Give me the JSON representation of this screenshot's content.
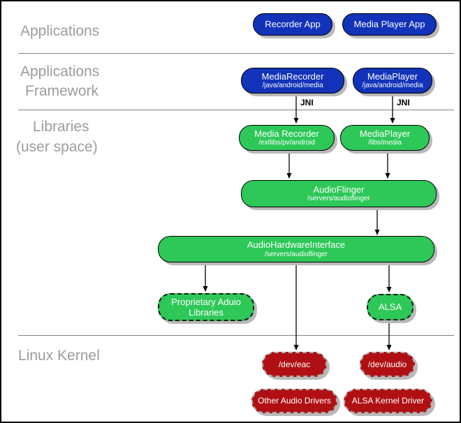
{
  "sections": {
    "applications": {
      "label": "Applications"
    },
    "framework": {
      "line1": "Applications",
      "line2": "Framework"
    },
    "libraries": {
      "line1": "Libraries",
      "line2": "(user space)"
    },
    "kernel": {
      "label": "Linux Kernel"
    }
  },
  "labels": {
    "jni_left": "JNI",
    "jni_right": "JNI"
  },
  "nodes": {
    "recorder_app": {
      "title": "Recorder App"
    },
    "media_player_app": {
      "title": "Media Player App"
    },
    "media_recorder_fw": {
      "title": "MediaRecorder",
      "subtitle": "/java/android/media"
    },
    "media_player_fw": {
      "title": "MediaPlayer",
      "subtitle": "/java/android/media"
    },
    "media_recorder_lib": {
      "title": "Media Recorder",
      "subtitle": "/extlibs/pv/android"
    },
    "media_player_lib": {
      "title": "MediaPlayer",
      "subtitle": "/libs/media"
    },
    "audioflinger": {
      "title": "AudioFlinger",
      "subtitle": "/servers/audioflinger"
    },
    "audio_hardware_interface": {
      "title": "AudioHardwareInterface",
      "subtitle": "/servers/audioflinger"
    },
    "proprietary_audio_libraries": {
      "title": "Proprietary Aduio",
      "title2": "Libraries"
    },
    "alsa": {
      "title": "ALSA"
    },
    "dev_eac": {
      "title": "/dev/eac"
    },
    "dev_audio": {
      "title": "/dev/audio"
    },
    "other_audio_drivers": {
      "title": "Other Audio Drivers"
    },
    "alsa_kernel_driver": {
      "title": "ALSA Kernel Driver"
    }
  },
  "colors": {
    "applications_blue": "#1233B9",
    "libraries_green": "#2DC858",
    "kernel_red": "#B01014",
    "shadow_gray": "#B9B9B9",
    "section_label_gray": "#9C9C9C",
    "divider_gray": "#828282"
  }
}
